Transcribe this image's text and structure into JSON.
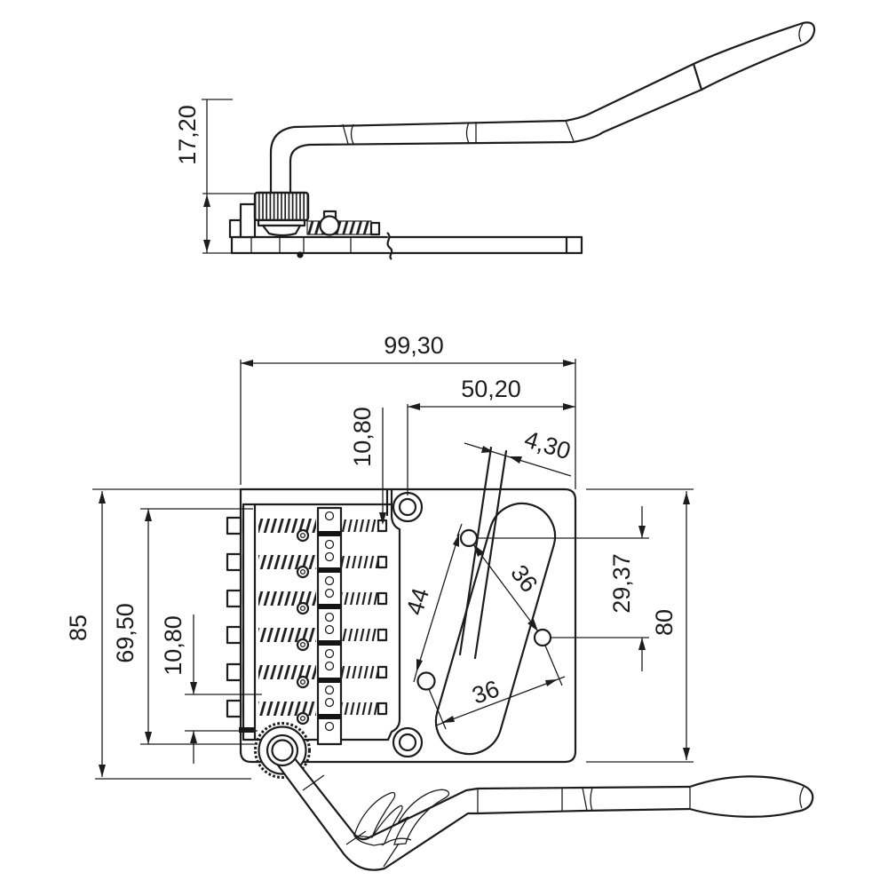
{
  "drawing": {
    "title": "tremolo-bridge-technical-drawing",
    "colors": {
      "line": "#1d1d1d",
      "background": "#ffffff"
    },
    "views": {
      "side_view": "side elevation with arm",
      "plan_view": "top plan with saddles and pickup cutout"
    },
    "dimensions": {
      "arm_stack_height": "17,20",
      "plate_length": "99,30",
      "hole_to_edge": "50,20",
      "first_string_inset": "10,80",
      "plate_width_left": "85",
      "saddle_plate_length": "69,50",
      "last_string_inset": "10,80",
      "slot_width": "4,30",
      "pickup_hole_span_long": "44",
      "pickup_hole_span_upper": "36",
      "pickup_hole_span_lower": "36",
      "pickup_hole_vertical_offset": "29,37",
      "plate_width_right": "80"
    }
  }
}
